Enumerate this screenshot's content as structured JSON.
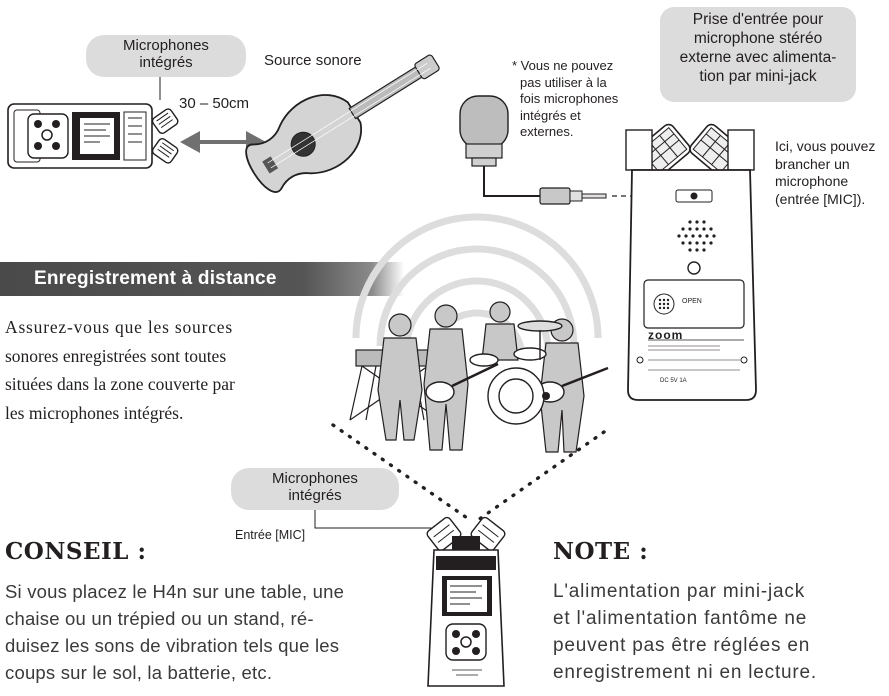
{
  "top_left": {
    "mic_label_line1": "Microphones",
    "mic_label_line2": "intégrés",
    "source_label": "Source sonore",
    "distance": "30 – 50cm"
  },
  "note_star": {
    "lines": [
      "* Vous ne pouvez",
      "pas utiliser à la",
      "fois microphones",
      "intégrés et",
      "externes."
    ]
  },
  "callout_top_right": {
    "lines": [
      "Prise d'entrée pour",
      "microphone stéréo",
      "externe avec alimenta-",
      "tion par mini-jack"
    ]
  },
  "side_note": {
    "lines": [
      "Ici, vous pouvez",
      "brancher un",
      "microphone",
      "(entrée [MIC])."
    ]
  },
  "section": {
    "title": "Enregistrement à distance",
    "paragraph_lines": [
      "Assurez-vous que les sources",
      "sonores enregistrées sont toutes",
      "situées dans la zone couverte par",
      "les microphones intégrés."
    ]
  },
  "bottom_center": {
    "mic_label_line1": "Microphones",
    "mic_label_line2": "intégrés",
    "mic_input_label": "Entrée [MIC]"
  },
  "device_back": {
    "brand": "zoom",
    "open_label": "OPEN",
    "dc_label": "DC 5V 1A"
  },
  "conseil": {
    "heading": "CONSEIL :",
    "lines": [
      "Si vous placez le H4n sur une table, une",
      "chaise ou un trépied ou un stand, ré-",
      "duisez les sons de vibration tels que les",
      "coups sur le sol, la batterie, etc."
    ]
  },
  "note": {
    "heading": "NOTE :",
    "lines": [
      "L'alimentation par mini-jack",
      "et l'alimentation fantôme ne",
      "peuvent pas être réglées en",
      "enregistrement ni en lecture."
    ]
  }
}
